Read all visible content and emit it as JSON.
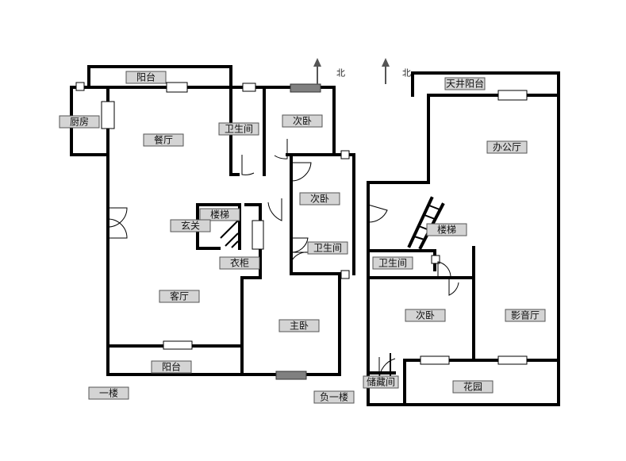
{
  "floors": {
    "ground_floor_label": "一楼",
    "basement_label": "负一楼"
  },
  "north": {
    "left": "北",
    "right": "北"
  },
  "rooms_left": {
    "balcony_top": "阳台",
    "kitchen": "厨房",
    "dining": "餐厅",
    "bathroom_1": "卫生间",
    "bedroom_1": "次卧",
    "bedroom_2": "次卧",
    "stairs": "楼梯",
    "foyer": "玄关",
    "bathroom_2": "卫生间",
    "wardrobe": "衣柜",
    "living": "客厅",
    "master_bedroom": "主卧",
    "balcony_bottom": "阳台"
  },
  "rooms_right": {
    "patio_balcony": "天井阳台",
    "office": "办公厅",
    "stairs": "楼梯",
    "bathroom": "卫生间",
    "bedroom": "次卧",
    "theater": "影音厅",
    "storage": "储藏间",
    "garden": "花园"
  },
  "colors": {
    "wall": "#000000",
    "label_fill": "#d4d4d4",
    "marker": "#808080"
  }
}
